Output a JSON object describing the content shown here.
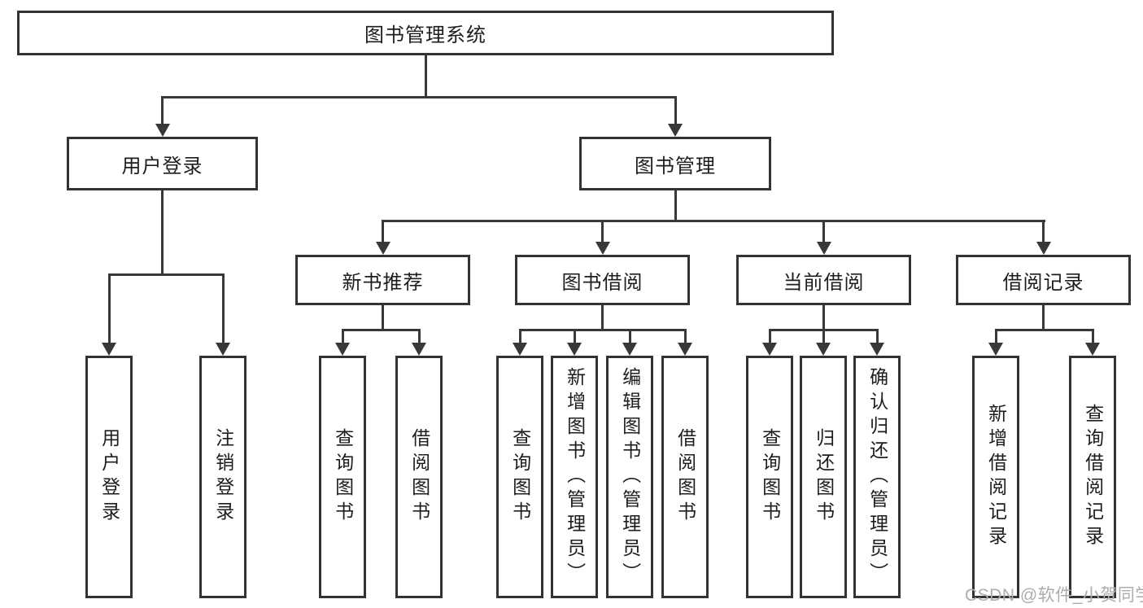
{
  "diagram": {
    "root_label": "图书管理系统",
    "level2": {
      "user_login": "用户登录",
      "book_management": "图书管理"
    },
    "level3": {
      "new_book_recommend": "新书推荐",
      "book_borrow": "图书借阅",
      "current_borrow": "当前借阅",
      "borrow_records": "借阅记录"
    },
    "leaves": {
      "user_login": [
        "用户登录",
        "注销登录"
      ],
      "new_book_recommend": [
        "查询图书",
        "借阅图书"
      ],
      "book_borrow": [
        "查询图书",
        "新增图书（管理员）",
        "编辑图书（管理员）",
        "借阅图书"
      ],
      "current_borrow": [
        "查询图书",
        "归还图书",
        "确认归还（管理员）"
      ],
      "borrow_records": [
        "新增借阅记录",
        "查询借阅记录"
      ]
    }
  },
  "watermark": {
    "text": "CSDN @软件_小贺同学"
  },
  "colors": {
    "line": "#383838",
    "box_border": "#333333",
    "text": "#1d1d1d",
    "watermark": "#acacac",
    "background": "#ffffff"
  }
}
